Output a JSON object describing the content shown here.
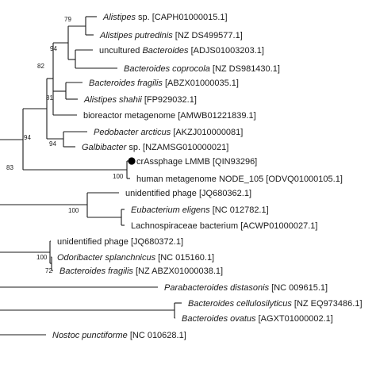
{
  "tree": {
    "leaves": [
      {
        "id": "alistipes-sp",
        "italic": "Alistipes",
        "plain": " sp. [CAPH01000015.1]"
      },
      {
        "id": "alistipes-putredinis",
        "italic": "Alistipes putredinis",
        "plain": " [NZ DS499577.1]"
      },
      {
        "id": "uncultured-bacteroides",
        "pre": "uncultured ",
        "italic": "Bacteroides",
        "plain": " [ADJS01003203.1]"
      },
      {
        "id": "bacteroides-coprocola",
        "italic": "Bacteroides coprocola",
        "plain": " [NZ DS981430.1]"
      },
      {
        "id": "bacteroides-fragilis-1",
        "italic": "Bacteroides fragilis",
        "plain": " [ABZX01000035.1]"
      },
      {
        "id": "alistipes-shahii",
        "italic": "Alistipes shahii",
        "plain": " [FP929032.1]"
      },
      {
        "id": "bioreactor-metagenome",
        "plain": "bioreactor metagenome [AMWB01221839.1]"
      },
      {
        "id": "pedobacter-arcticus",
        "italic": "Pedobacter arcticus",
        "plain": " [AKZJ010000081]"
      },
      {
        "id": "galbibacter-sp",
        "italic": "Galbibacter",
        "plain": " sp. [NZAMSG010000021]"
      },
      {
        "id": "crassphage",
        "plain": "crAssphage LMMB [QIN93296]",
        "marker": "filled-circle"
      },
      {
        "id": "human-metagenome",
        "plain": "human metagenome NODE_105 [ODVQ01000105.1]"
      },
      {
        "id": "unidentified-phage-1",
        "plain": "unidentified phage [JQ680362.1]"
      },
      {
        "id": "eubacterium-eligens",
        "italic": "Eubacterium eligens",
        "plain": " [NC 012782.1]"
      },
      {
        "id": "lachnospiraceae",
        "plain": "Lachnospiraceae bacterium [ACWP01000027.1]"
      },
      {
        "id": "unidentified-phage-2",
        "plain": "unidentified phage [JQ680372.1]"
      },
      {
        "id": "odoribacter-splanchnicus",
        "italic": "Odoribacter splanchnicus",
        "plain": " [NC 015160.1]"
      },
      {
        "id": "bacteroides-fragilis-2",
        "italic": "Bacteroides fragilis",
        "plain": " [NZ ABZX01000038.1]"
      },
      {
        "id": "parabacteroides-distasonis",
        "italic": "Parabacteroides distasonis",
        "plain": " [NC 009615.1]"
      },
      {
        "id": "bacteroides-cellulosilyticus",
        "italic": "Bacteroides cellulosilyticus",
        "plain": " [NZ EQ973486.1]"
      },
      {
        "id": "bacteroides-ovatus",
        "italic": "Bacteroides ovatus",
        "plain": " [AGXT01000002.1]"
      },
      {
        "id": "nostoc-punctiforme",
        "italic": "Nostoc punctiforme",
        "plain": " [NC 010628.1]"
      }
    ],
    "support_values": [
      {
        "id": "node-alistipes-pair",
        "value": "79"
      },
      {
        "id": "node-bacteroides-group",
        "value": "94"
      },
      {
        "id": "node-large-clade",
        "value": "82"
      },
      {
        "id": "node-fragilis-shahii",
        "value": "81"
      },
      {
        "id": "node-pedobacter-galbibacter",
        "value": "94"
      },
      {
        "id": "node-upper-main",
        "value": "94"
      },
      {
        "id": "node-crassphage-pair",
        "value": "100"
      },
      {
        "id": "node-root-upper",
        "value": "83"
      },
      {
        "id": "node-eubacterium-group",
        "value": "100"
      },
      {
        "id": "node-odoribacter-fragilis",
        "value": "100"
      },
      {
        "id": "node-phage-odoribacter",
        "value": "72"
      }
    ],
    "marker_color": "#000000"
  }
}
